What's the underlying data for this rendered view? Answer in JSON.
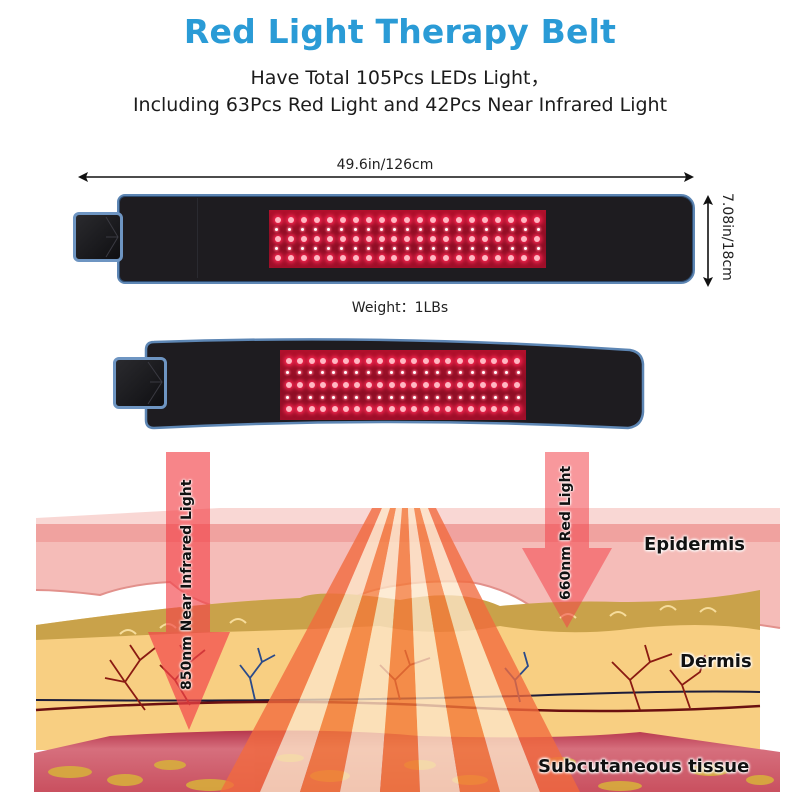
{
  "header": {
    "title": "Red Light Therapy Belt",
    "line1": "Have Total 105Pcs LEDs Light，",
    "line2": "Including 63Pcs Red Light and 42Pcs Near Infrared Light"
  },
  "dimensions": {
    "length": "49.6in/126cm",
    "width": "7.08in/18cm",
    "weight": "Weight：1LBs"
  },
  "led_panel": {
    "columns": 21,
    "rows": [
      "red",
      "nir",
      "red",
      "nir",
      "red"
    ],
    "red_count": 63,
    "nir_count": 42
  },
  "diagram": {
    "nir_arrow_label": "850nm Near Infrared Light",
    "red_arrow_label": "660nm Red Light",
    "layers": [
      {
        "name": "Epidermis"
      },
      {
        "name": "Dermis"
      },
      {
        "name": "Subcutaneous tissue"
      }
    ]
  },
  "colors": {
    "title": "#2a9bd6",
    "led_red": "#ff2a55",
    "belt_edge": "#5d86b4",
    "epidermis": "#f4b3b0",
    "dermis": "#f7c979",
    "subcutaneous": "#c4485a"
  }
}
